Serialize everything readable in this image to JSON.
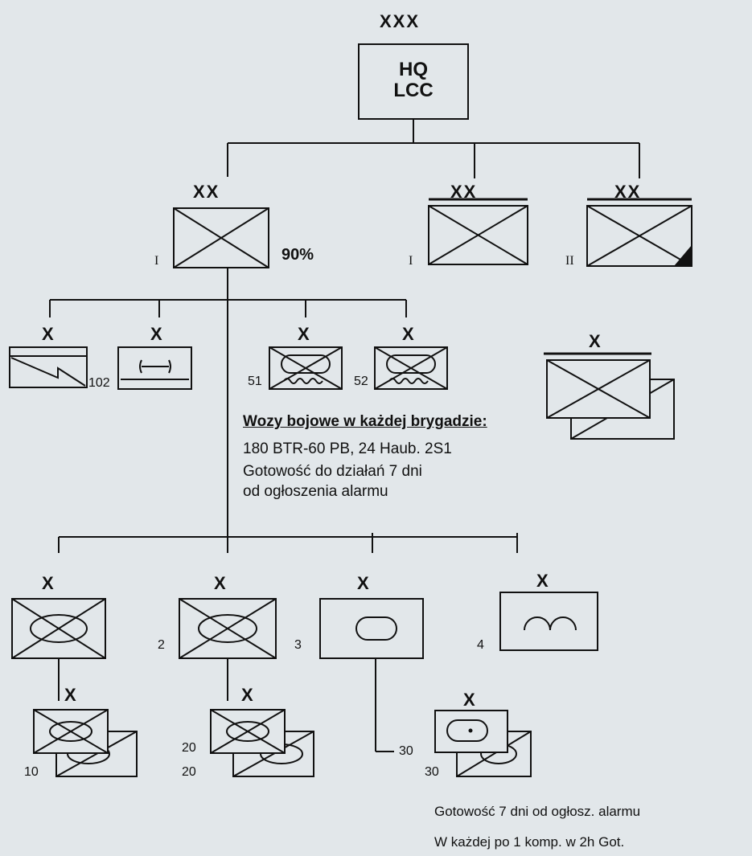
{
  "hq": {
    "echelon": "XXX",
    "line1": "HQ",
    "line2": "LCC"
  },
  "divisions": [
    {
      "echelon": "XX",
      "roman": "I",
      "strength": "90%"
    },
    {
      "echelon": "XX",
      "roman": "I"
    },
    {
      "echelon": "XX",
      "roman": "II"
    }
  ],
  "support_brigades": [
    {
      "echelon": "X",
      "number": "102"
    },
    {
      "echelon": "X"
    },
    {
      "echelon": "X",
      "number": "51"
    },
    {
      "echelon": "X",
      "number": "52"
    },
    {
      "echelon": "X"
    }
  ],
  "note": {
    "title": "Wozy bojowe w każdej brygadzie:",
    "line1": "180 BTR-60 PB, 24 Haub. 2S1",
    "line2": "Gotowość do działań 7 dni",
    "line3": "od ogłoszenia alarmu"
  },
  "brigades": [
    {
      "echelon": "X"
    },
    {
      "echelon": "X",
      "number": "2"
    },
    {
      "echelon": "X",
      "number": "3"
    },
    {
      "echelon": "X",
      "number": "4"
    }
  ],
  "reserve_brigades": [
    {
      "echelon": "X",
      "number": "10"
    },
    {
      "echelon": "X",
      "number": "20",
      "number_b": "20"
    },
    {
      "number": "30"
    },
    {
      "echelon": "X",
      "number": "30"
    }
  ],
  "footer": {
    "line1": "Gotowość 7 dni od ogłosz. alarmu",
    "line2": "W każdej po 1 komp. w 2h Got."
  }
}
